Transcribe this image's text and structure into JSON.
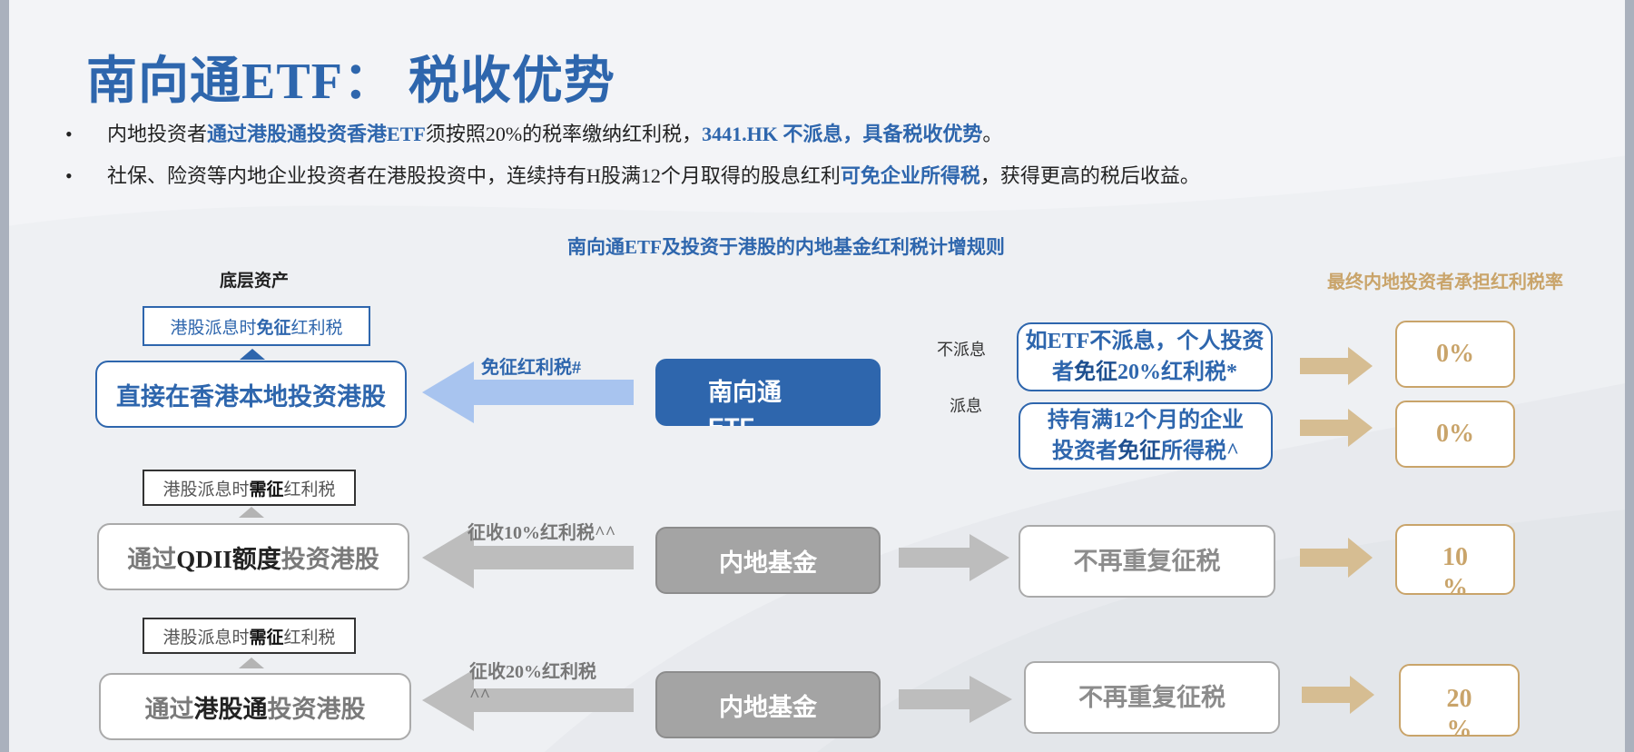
{
  "title": "南向通ETF： 税收优势",
  "bullets": [
    {
      "marker": "•",
      "p1": "内地投资者",
      "h1": "通过港股通投资香港ETF",
      "p2": "须按照20%的税率缴纳红利税，",
      "h2": "3441.HK 不派息，具备税收优势",
      "p3": "。"
    },
    {
      "marker": "•",
      "p1": "社保、险资等内地企业投资者在港股投资中，连续持有H股满12个月取得的股息红利",
      "h1": "可免企业所得税",
      "p2": "，获得更高的税后收益。"
    }
  ],
  "diagram": {
    "title": "南向通ETF及投资于港股的内地基金红利税计增规则",
    "left_header": "底层资产",
    "right_header": "最终内地投资者承担红利税率",
    "rows": [
      {
        "label_a": "港股派息时",
        "label_b": "免征",
        "label_c": "红利税",
        "source": "直接在香港本地投资港股",
        "arrow_label": "免征红利税#",
        "middle": "南向通\nETF"
      },
      {
        "label_a": "港股派息时",
        "label_b": "需征",
        "label_c": "红利税",
        "source_a": "通过",
        "source_b": "QDII额度",
        "source_c": "投资港股",
        "arrow_label": "征收10%红利税^^",
        "middle": "内地基金",
        "result": "不再重复征税",
        "rate_line1": "10",
        "rate_line2": "%"
      },
      {
        "label_a": "港股派息时",
        "label_b": "需征",
        "label_c": "红利税",
        "source_a": "通过",
        "source_b": "港股通",
        "source_c": "投资港股",
        "arrow_label_line1": "征收20%红利税",
        "arrow_label_line2": "^^",
        "middle": "内地基金",
        "result": "不再重复征税",
        "rate_line1": "20",
        "rate_line2": "%"
      }
    ],
    "branches": [
      {
        "condition": "不派息",
        "line1": "如ETF不派息，个人投资",
        "line2a": "者",
        "line2b": "免征",
        "line2c": "20%红利税*",
        "rate": "0%"
      },
      {
        "condition": "派息",
        "line1": "持有满12个月的企业",
        "line2a": "投资者",
        "line2b": "免征",
        "line2c": "所得税^",
        "rate": "0%"
      }
    ]
  },
  "colors": {
    "accent_blue": "#2e66ad",
    "arrow_light_blue": "#a8c4ef",
    "gray": "#a4a4a4",
    "gold": "#c9a46a"
  }
}
